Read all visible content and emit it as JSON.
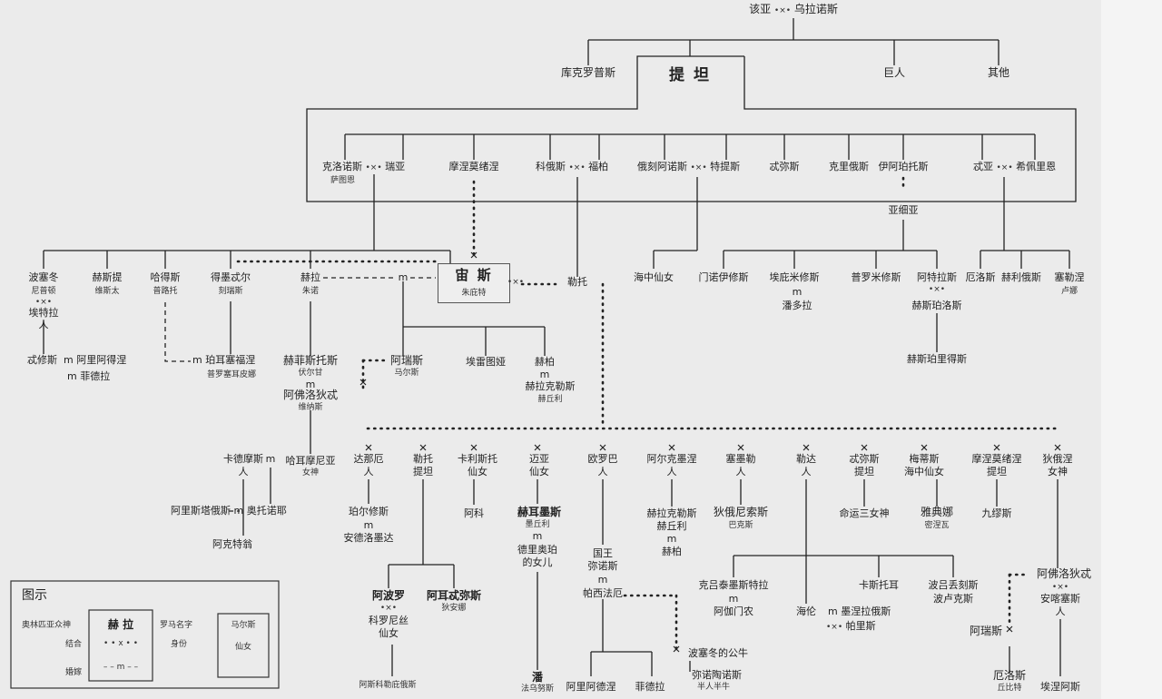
{
  "top": {
    "gaia": "该亚",
    "marriage_mark": "•×•",
    "uranus": "乌拉诺斯"
  },
  "gen1": {
    "cyclopes": "库克罗普斯",
    "titans": "提 坦",
    "giants": "巨人",
    "others": "其他"
  },
  "titans": {
    "cronus": "克洛诺斯",
    "cronus_roman": "萨图恩",
    "rhea": "瑞亚",
    "mnemosyne": "摩涅莫绪涅",
    "coeus": "科俄斯",
    "phoebe": "福柏",
    "oceanus": "俄刻阿诺斯",
    "tethys": "特提斯",
    "themis": "忒弥斯",
    "crius": "克里俄斯",
    "iapetus": "伊阿珀托斯",
    "asia": "亚细亚",
    "thea": "忒亚",
    "hyperion": "希佩里恩"
  },
  "cronus_children": {
    "poseidon": "波塞冬",
    "poseidon_roman": "尼普顿",
    "poseidon_mate": "埃特拉",
    "poseidon_mate_type": "人",
    "hestia": "赫斯提",
    "hestia_roman": "维斯太",
    "hades": "哈得斯",
    "hades_roman": "普路托",
    "demeter": "得墨忒尔",
    "demeter_roman": "刻瑞斯",
    "hera": "赫拉",
    "hera_roman": "朱诺",
    "zeus": "宙 斯",
    "zeus_roman": "朱庇特",
    "leto": "勒托"
  },
  "other_lines": {
    "nymphs": "海中仙女",
    "menoetius": "门诺伊修斯",
    "epimetheus": "埃庇米修斯",
    "pandora": "潘多拉",
    "prometheus": "普罗米修斯",
    "atlas": "阿特拉斯",
    "hesperides": "赫斯珀洛斯",
    "hesperides2": "赫斯珀里得斯",
    "eos": "厄洛斯",
    "helios": "赫利俄斯",
    "selene": "塞勒涅",
    "selene_roman": "卢娜"
  },
  "poseidon_line": {
    "theseus": "忒修斯",
    "hippolytus": "阿里阿得涅",
    "phaedra": "菲德拉"
  },
  "hades_line": {
    "persephone": "珀耳塞福涅",
    "persephone_roman": "普罗塞耳皮娜"
  },
  "hera_line": {
    "hephaestus": "赫菲斯托斯",
    "hephaestus_roman": "伏尔甘",
    "aphrodite": "阿佛洛狄忒",
    "aphrodite_roman": "维纳斯",
    "ares": "阿瑞斯",
    "ares_roman": "马尔斯",
    "ilithyia": "埃雷图娅",
    "hebe": "赫柏",
    "heracles": "赫拉克勒斯",
    "heracles_roman": "赫丘利"
  },
  "harmonia_line": {
    "harmonia": "哈耳摩尼亚",
    "harmonia_type": "女神"
  },
  "zeus_children": [
    {
      "name": "达那厄",
      "type": "人"
    },
    {
      "name": "勒托",
      "type": "提坦"
    },
    {
      "name": "卡利斯托",
      "type": "仙女"
    },
    {
      "name": "迈亚",
      "type": "仙女"
    },
    {
      "name": "欧罗巴",
      "type": "人"
    },
    {
      "name": "阿尔克墨涅",
      "type": "人"
    },
    {
      "name": "塞墨勒",
      "type": "人"
    },
    {
      "name": "勒达",
      "type": "人"
    },
    {
      "name": "忒弥斯",
      "type": "提坦"
    },
    {
      "name": "梅蒂斯",
      "type": "海中仙女"
    },
    {
      "name": "摩涅莫绪涅",
      "type": "提坦"
    },
    {
      "name": "狄俄涅",
      "type": "女神"
    }
  ],
  "descendants": {
    "perseus": "珀尔修斯",
    "andromeda": "安德洛墨达",
    "apollo": "阿波罗",
    "artemis": "阿耳忒弥斯",
    "artemis_roman": "狄安娜",
    "coronis": "科罗尼丝",
    "coronis_type": "仙女",
    "asclepius": "阿斯科勒庇俄斯",
    "arcas": "阿科",
    "hermes": "赫耳墨斯",
    "hermes_roman": "墨丘利",
    "dryope": "德里奥珀",
    "dryope_desc": "的女儿",
    "pan": "潘",
    "pan_roman": "法乌努斯",
    "minos": "国王",
    "minos2": "弥诺斯",
    "pasiphae": "帕西法厄",
    "bull": "波塞冬的公牛",
    "minotaur": "弥诺陶诺斯",
    "minotaur_type": "半人半牛",
    "ariadne": "阿里阿德涅",
    "phaedra": "菲德拉",
    "heracles": "赫拉克勒斯",
    "heracles_roman": "赫丘利",
    "hebe": "赫柏",
    "dionysus": "狄俄尼索斯",
    "dionysus_roman": "巴克斯",
    "clytemnestra": "克吕泰墨斯特拉",
    "agamemnon": "阿伽门农",
    "castor": "卡斯托耳",
    "polydeuces": "波吕丢刻斯",
    "pollux": "波卢克斯",
    "helen": "海伦",
    "menelaus": "墨涅拉俄斯",
    "paris": "帕里斯",
    "fates": "命运三女神",
    "athena": "雅典娜",
    "athena_roman": "密涅瓦",
    "muses": "九缪斯",
    "aphrodite": "阿佛洛狄忒",
    "aphrodite_roman": "安喀塞斯",
    "aphrodite_type": "人",
    "ares": "阿瑞斯",
    "eros": "厄洛斯",
    "eros_roman": "丘比特",
    "aeneas": "埃涅阿斯"
  },
  "cadmus": {
    "cadmus": "卡德摩斯",
    "cadmus_type": "人",
    "aristaeus": "阿里斯塔俄斯",
    "autonoe": "奥托诺耶",
    "actaeon": "阿克特翁"
  },
  "legend": {
    "title": "图示",
    "olympian_label": "奥林匹亚众神",
    "union_label": "结合",
    "marriage_label": "婚嫁",
    "example_name": "赫 拉",
    "union_mark": "• • x • •",
    "marriage_mark": "– – m – –",
    "roman_label": "罗马名字",
    "identity_label": "身份",
    "example2_name": "马尔斯",
    "example2_identity": "仙女"
  },
  "marks": {
    "m": "m",
    "x": "•×•"
  }
}
